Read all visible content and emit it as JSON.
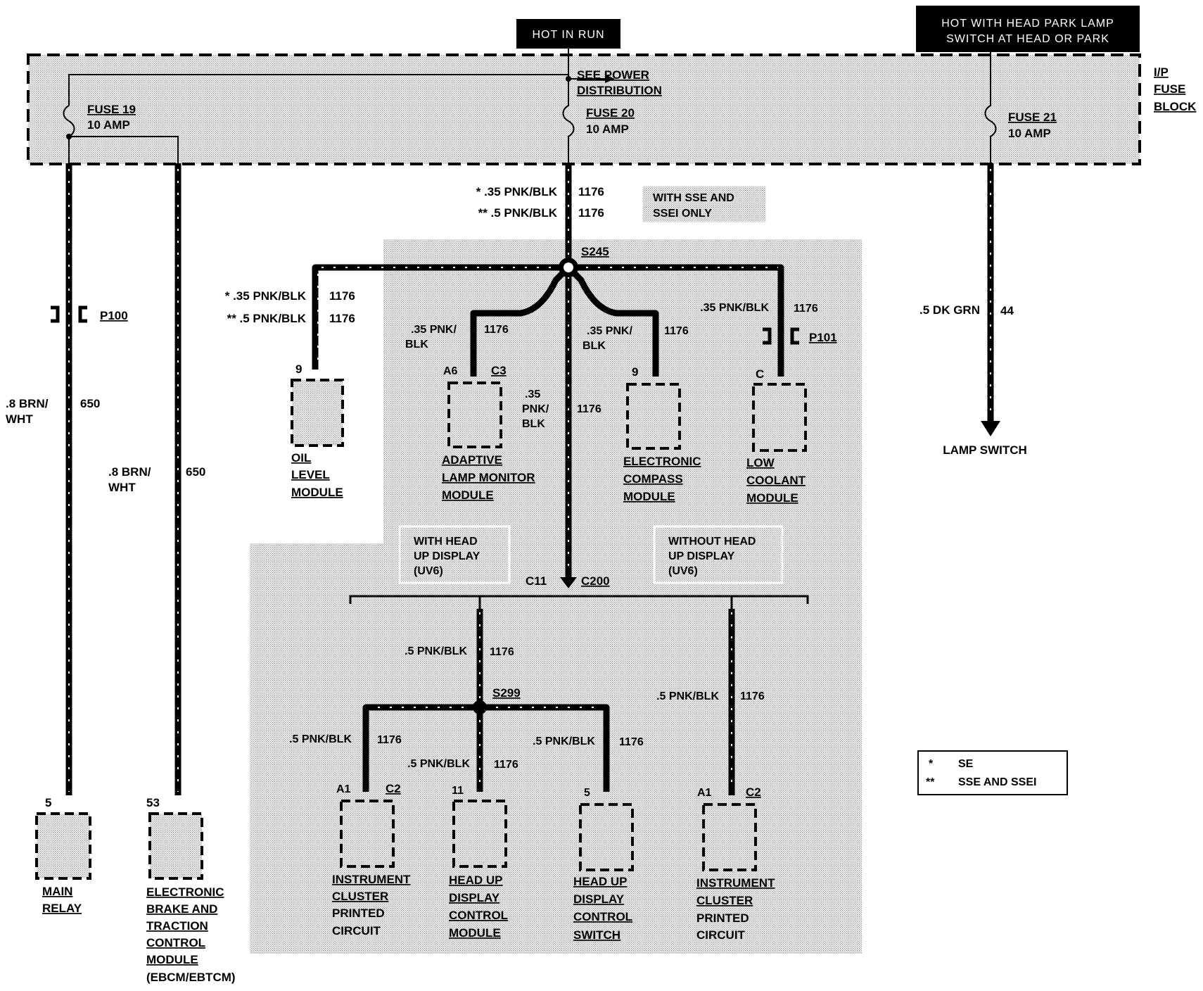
{
  "hot_in_run": "HOT IN RUN",
  "hot_head_park": [
    "HOT WITH HEAD PARK LAMP",
    "SWITCH AT HEAD OR PARK"
  ],
  "fuse_block": [
    "I/P",
    "FUSE",
    "BLOCK"
  ],
  "see_power": [
    "SEE POWER",
    "DISTRIBUTION"
  ],
  "fuse19": [
    "FUSE 19",
    "10 AMP"
  ],
  "fuse20": [
    "FUSE 20",
    "10 AMP"
  ],
  "fuse21": [
    "FUSE 21",
    "10 AMP"
  ],
  "wires": {
    "w650_left": [
      ".8 BRN/",
      "WHT",
      "650"
    ],
    "w650_mid": [
      ".8 BRN/",
      "WHT",
      "650"
    ],
    "w1176_top": [
      "* .35 PNK/BLK",
      "1176",
      "** .5 PNK/BLK",
      "1176"
    ],
    "w1176_oil": [
      "* .35 PNK/BLK",
      "1176",
      "** .5 PNK/BLK",
      "1176"
    ],
    "w1176_adaptive": [
      ".35 PNK/",
      "BLK",
      "1176"
    ],
    "w1176_center": [
      ".35",
      "PNK/",
      "BLK",
      "1176"
    ],
    "w1176_compass": [
      ".35 PNK/",
      "BLK",
      "1176"
    ],
    "w1176_coolant": [
      ".35 PNK/BLK",
      "1176"
    ],
    "w44": [
      ".5 DK GRN",
      "44"
    ],
    "w1176_hud": [
      ".5 PNK/BLK",
      "1176"
    ],
    "w1176_nohud": [
      ".5 PNK/BLK",
      "1176"
    ],
    "w1176_ipc": [
      ".5 PNK/BLK",
      "1176"
    ],
    "w1176_hudmod": [
      ".5 PNK/BLK",
      "1176"
    ],
    "w1176_hudsw": [
      ".5 PNK/BLK",
      "1176"
    ]
  },
  "with_sse": [
    "WITH SSE AND",
    "SSEI ONLY"
  ],
  "splices": {
    "s245": "S245",
    "s299": "S299"
  },
  "connectors": {
    "p100": "P100",
    "p101": "P101",
    "c11": "C11",
    "c200": "C200"
  },
  "with_hud": [
    "WITH HEAD",
    "UP DISPLAY",
    "(UV6)"
  ],
  "without_hud": [
    "WITHOUT HEAD",
    "UP DISPLAY",
    "(UV6)"
  ],
  "pins": {
    "main_relay": "5",
    "ebcm": "53",
    "oil": "9",
    "adaptive_a": "A6",
    "adaptive_c": "C3",
    "compass": "9",
    "coolant": "C",
    "ipc1_a": "A1",
    "ipc1_c": "C2",
    "hud_mod": "11",
    "hud_sw": "5",
    "ipc2_a": "A1",
    "ipc2_c": "C2"
  },
  "modules": {
    "main_relay": [
      "MAIN",
      "RELAY"
    ],
    "ebcm": [
      "ELECTRONIC",
      "BRAKE AND",
      "TRACTION",
      "CONTROL",
      "MODULE",
      "(EBCM/EBTCM)"
    ],
    "oil": [
      "OIL",
      "LEVEL",
      "MODULE"
    ],
    "adaptive": [
      "ADAPTIVE",
      "LAMP MONITOR",
      "MODULE"
    ],
    "compass": [
      "ELECTRONIC",
      "COMPASS",
      "MODULE"
    ],
    "coolant": [
      "LOW",
      "COOLANT",
      "MODULE"
    ],
    "ipc1": [
      "INSTRUMENT",
      "CLUSTER",
      "PRINTED",
      "CIRCUIT"
    ],
    "hud_mod": [
      "HEAD UP",
      "DISPLAY",
      "CONTROL",
      "MODULE"
    ],
    "hud_sw": [
      "HEAD UP",
      "DISPLAY",
      "CONTROL",
      "SWITCH"
    ],
    "ipc2": [
      "INSTRUMENT",
      "CLUSTER",
      "PRINTED",
      "CIRCUIT"
    ]
  },
  "lamp_switch": "LAMP SWITCH",
  "legend": [
    {
      "sym": "*",
      "text": "SE"
    },
    {
      "sym": "**",
      "text": "SSE AND SSEI"
    }
  ]
}
